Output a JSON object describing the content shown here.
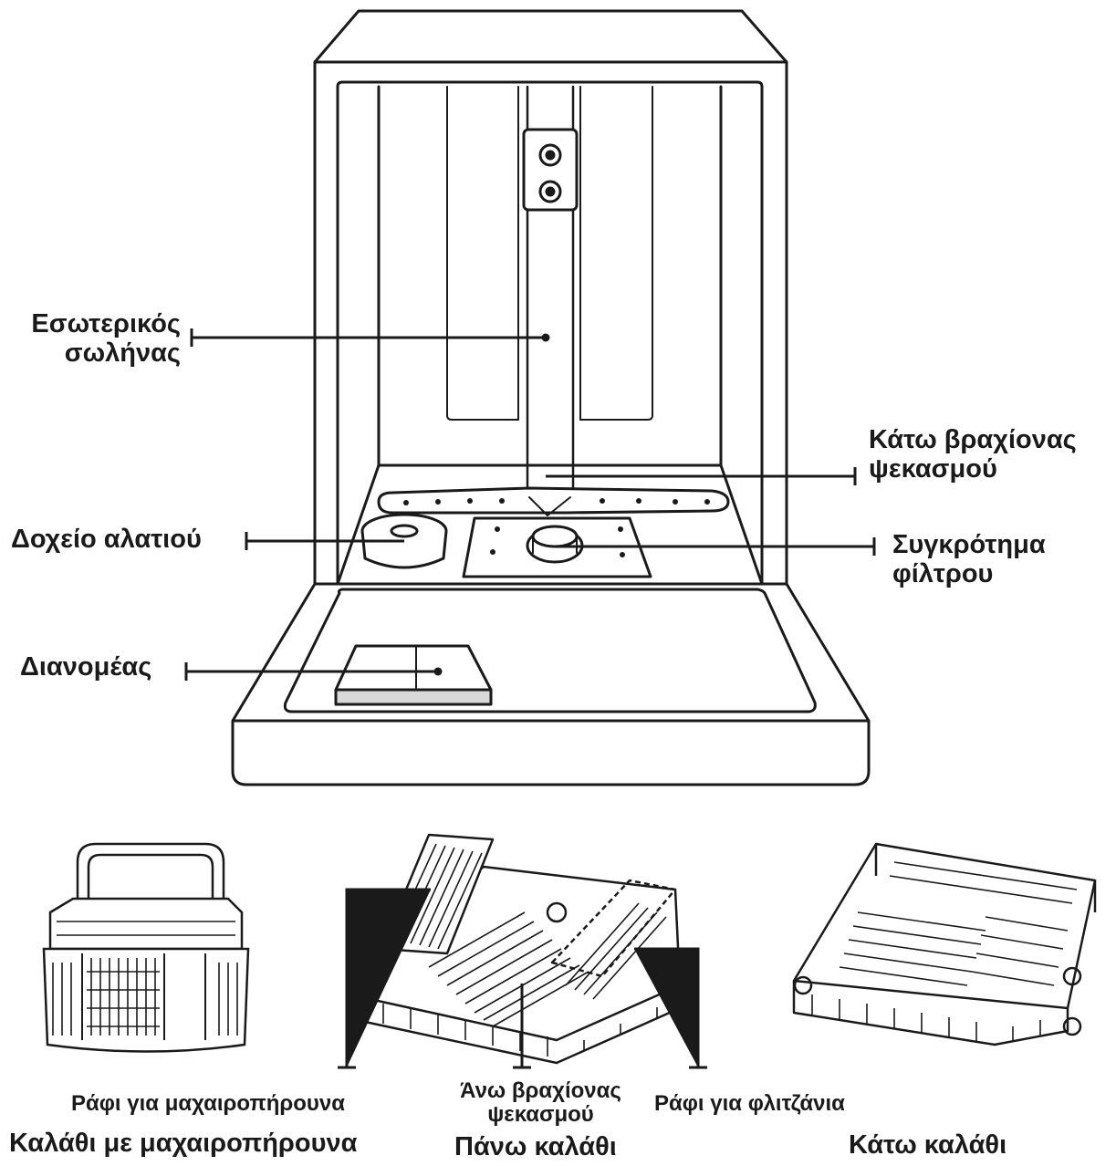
{
  "labels": {
    "inner_pipe": [
      "Εσωτερικός",
      "σωλήνας"
    ],
    "lower_spray_arm": [
      "Κάτω βραχίονας",
      "ψεκασμού"
    ],
    "salt_container": "Δοχείο αλατιού",
    "filter_assembly": [
      "Συγκρότημα",
      "φίλτρου"
    ],
    "dispenser": "Διανομέας",
    "cutlery_shelf": "Ράφι για μαχαιροπήρουνα",
    "upper_spray_arm": [
      "Άνω βραχίονας",
      "ψεκασμού"
    ],
    "cup_shelf": "Ράφι για φλιτζάνια",
    "cutlery_basket": "Καλάθι με μαχαιροπήρουνα",
    "upper_basket": "Πάνω καλάθι",
    "lower_basket": "Κάτω καλάθι"
  },
  "colors": {
    "line": "#1a1a1a",
    "fill": "#ffffff",
    "shade": "#d9d9d9"
  }
}
